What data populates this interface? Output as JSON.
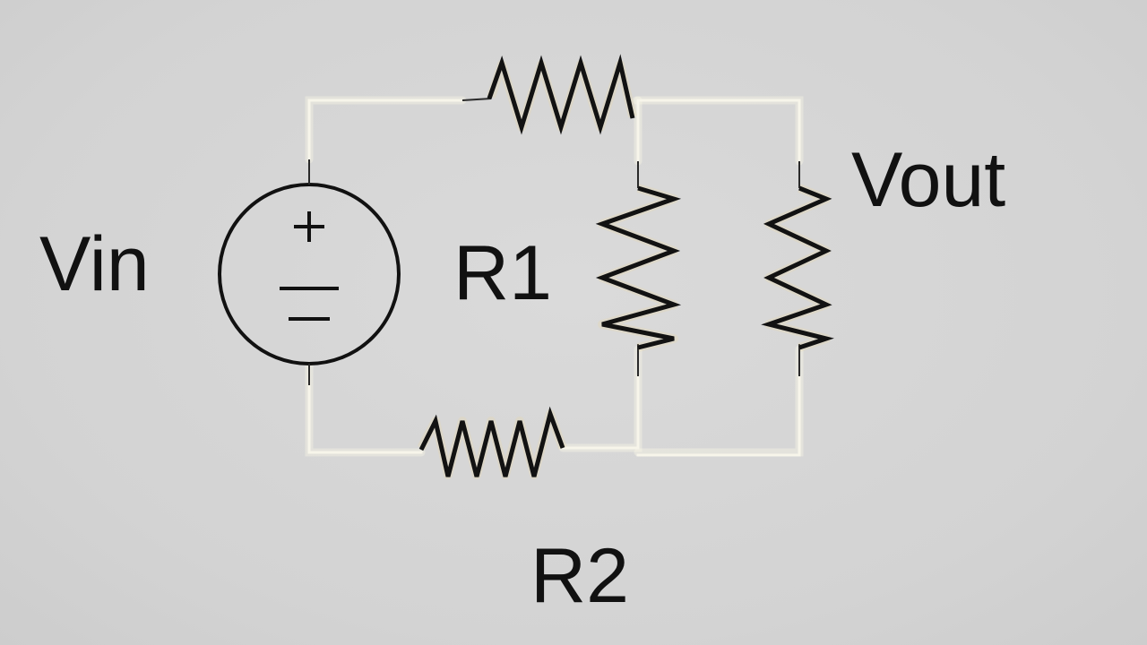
{
  "labels": {
    "vin": "Vin",
    "r1": "R1",
    "vout": "Vout",
    "r2": "R2"
  },
  "source": {
    "plus_symbol": "+",
    "minus_symbol": "—"
  },
  "colors": {
    "background": "#d6d6d6",
    "wire": "#f7f5ea",
    "component": "#121212"
  }
}
